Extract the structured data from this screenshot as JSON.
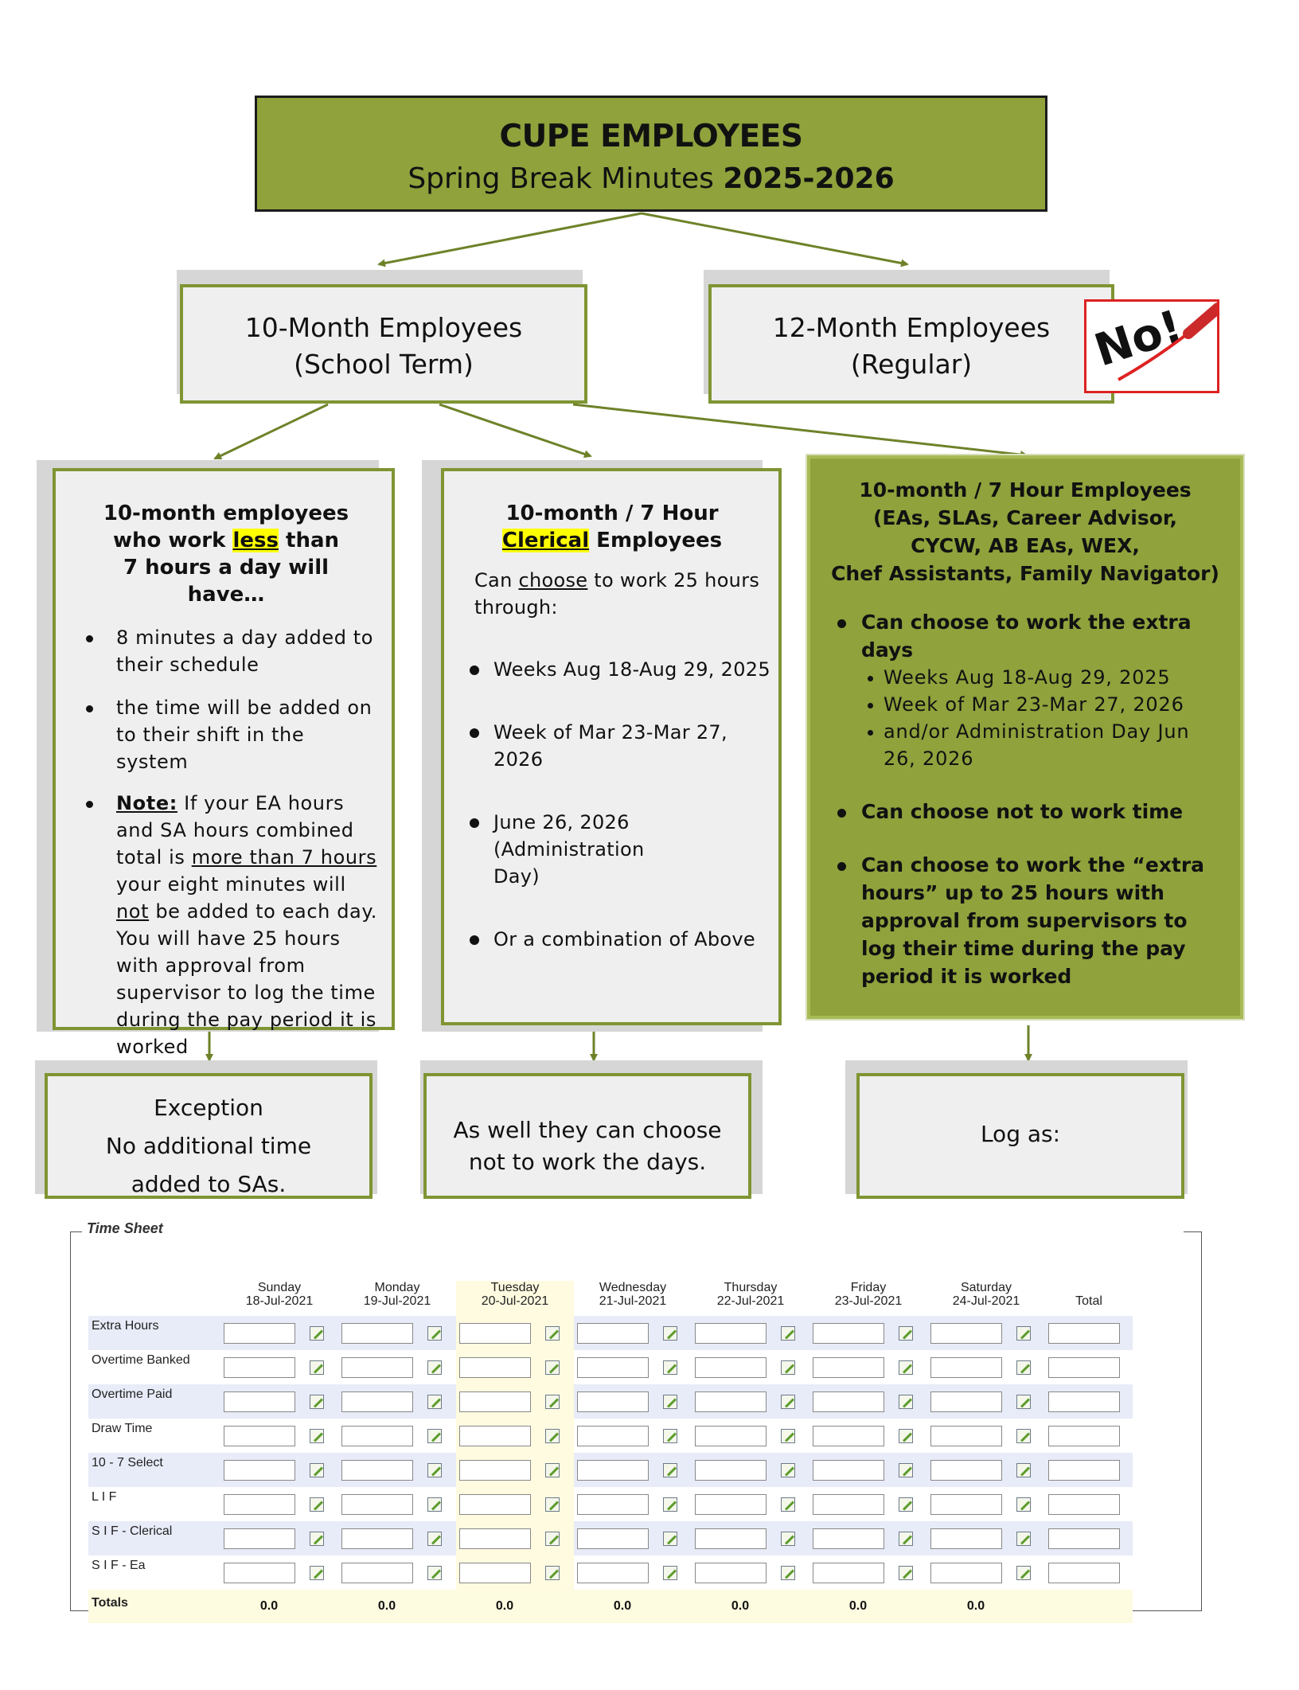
{
  "title": {
    "line1": "CUPE EMPLOYEES",
    "line2_prefix": "Spring Break Minutes ",
    "line2_year": "2025-2026"
  },
  "ten_month": {
    "title": "10-Month Employees",
    "subtitle": "(School Term)"
  },
  "twelve_month": {
    "title": "12-Month Employees",
    "subtitle": "(Regular)",
    "badge": "No!"
  },
  "col1": {
    "head_a": "10-month employees",
    "head_b_pre": "who work ",
    "head_b_hl": "less",
    "head_b_post": " than",
    "head_c": "7 hours a day will",
    "head_d": "have…",
    "bullet1": "8 minutes a day added to their schedule",
    "bullet2": "the time will be added on to their shift in the system",
    "note_label": "Note:",
    "note_a": " If your EA hours and SA hours combined total is ",
    "note_u1": "more than 7 hours",
    "note_b": " your eight minutes will ",
    "note_u2": "not",
    "note_c": " be added to each day. You will have 25 hours with approval from supervisor to log the time during the pay period it is worked"
  },
  "col2": {
    "head_a": "10-month / 7 Hour",
    "head_hl": "Clerical",
    "head_b": " Employees",
    "intro_pre": "Can ",
    "intro_u": "choose",
    "intro_post": " to work 25 hours through:",
    "items": [
      "Weeks Aug 18-Aug 29, 2025",
      "Week of Mar 23-Mar 27, 2026",
      "June 26, 2026 (Administration Day)",
      "Or a combination of Above"
    ]
  },
  "col3": {
    "head_a": "10-month / 7 Hour Employees",
    "head_b": "(EAs, SLAs, Career Advisor,",
    "head_c": "CYCW, AB EAs, WEX,",
    "head_d": "Chef Assistants, Family Navigator)",
    "main1": "Can choose to work the extra days",
    "sub": [
      "Weeks Aug 18-Aug 29, 2025",
      "Week of Mar 23-Mar 27, 2026",
      "and/or Administration Day Jun 26, 2026"
    ],
    "main2": "Can choose not to work time",
    "main3": "Can choose to work the “extra hours” up to 25 hours with approval from supervisors to log their time during the pay period it is worked"
  },
  "bottom1": {
    "title": "Exception",
    "line2": "No additional time",
    "line3": "added to SAs."
  },
  "bottom2": {
    "text": "As well they can choose not to work the days."
  },
  "bottom3": {
    "text": "Log as:"
  },
  "timesheet": {
    "legend": "Time Sheet",
    "days": [
      {
        "day": "Sunday",
        "date": "18-Jul-2021"
      },
      {
        "day": "Monday",
        "date": "19-Jul-2021"
      },
      {
        "day": "Tuesday",
        "date": "20-Jul-2021"
      },
      {
        "day": "Wednesday",
        "date": "21-Jul-2021"
      },
      {
        "day": "Thursday",
        "date": "22-Jul-2021"
      },
      {
        "day": "Friday",
        "date": "23-Jul-2021"
      },
      {
        "day": "Saturday",
        "date": "24-Jul-2021"
      }
    ],
    "total_header": "Total",
    "rows": [
      "Extra Hours",
      "Overtime Banked",
      "Overtime Paid",
      "Draw Time",
      "10 - 7 Select",
      "L I F",
      "S I F - Clerical",
      "S I F - Ea"
    ],
    "totals_label": "Totals",
    "totals": [
      "0.0",
      "0.0",
      "0.0",
      "0.0",
      "0.0",
      "0.0",
      "0.0"
    ]
  },
  "colors": {
    "green": "#8fa23c",
    "border_green": "#7f9533",
    "highlight": "#ffff00",
    "badge_red": "#dd2222"
  }
}
